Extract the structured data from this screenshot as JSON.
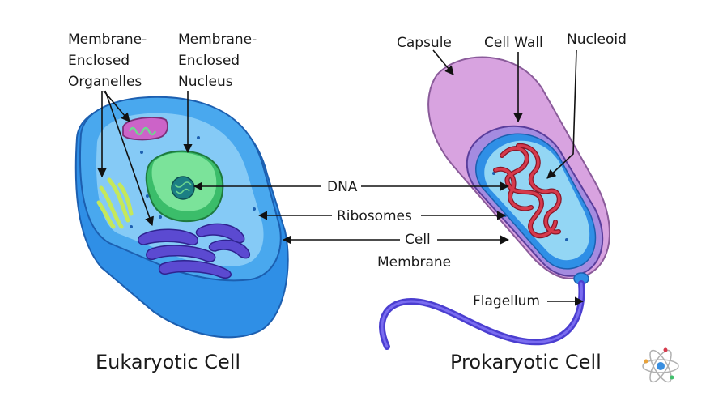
{
  "labels": {
    "membrane_organelles": [
      "Membrane-",
      "Enclosed",
      "Organelles"
    ],
    "membrane_nucleus": [
      "Membrane-",
      "Enclosed",
      "Nucleus"
    ],
    "capsule": "Capsule",
    "cell_wall": "Cell Wall",
    "nucleoid": "Nucleoid",
    "dna": "DNA",
    "ribosomes": "Ribosomes",
    "cell_membrane": [
      "Cell",
      "Membrane"
    ],
    "flagellum": "Flagellum"
  },
  "captions": {
    "eukaryotic": "Eukaryotic Cell",
    "prokaryotic": "Prokaryotic Cell"
  },
  "colors": {
    "euk_outer": "#2f8fe6",
    "euk_top": "#49a8ee",
    "euk_inner": "#8fd0f7",
    "nucleus": "#6fd88f",
    "golgi": "#5b4ad1",
    "mitochondrion": "#cc63c8",
    "capsule": "#d8a3e0",
    "cell_wall": "#a48be0",
    "cytoplasm": "#93d6f4",
    "dna_strand": "#d63a4c",
    "flagellum": "#4b3ed0"
  },
  "logo": "atom-icon"
}
